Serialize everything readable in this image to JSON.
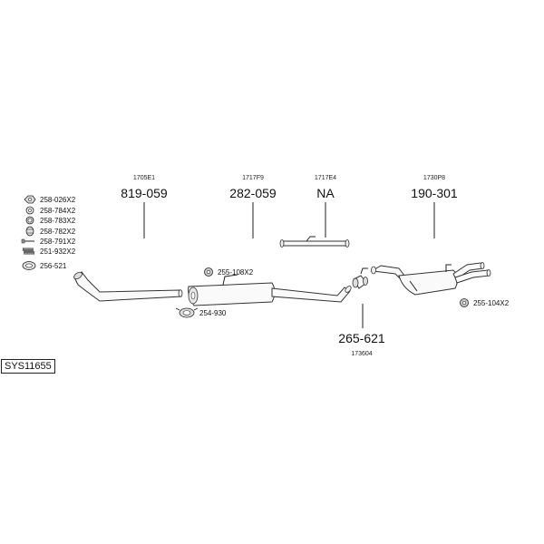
{
  "diagram_id": "SYS11655",
  "parts": [
    {
      "code": "1705E1",
      "number": "819-059"
    },
    {
      "code": "1717F9",
      "number": "282-059"
    },
    {
      "code": "1717E4",
      "number": "NA"
    },
    {
      "code": "1730P8",
      "number": "190-301"
    },
    {
      "code": "173604",
      "number": "265-621"
    }
  ],
  "legend": [
    {
      "label": "258-026X2",
      "icon": "nut-icon"
    },
    {
      "label": "258-784X2",
      "icon": "washer-icon"
    },
    {
      "label": "258-783X2",
      "icon": "ring-icon"
    },
    {
      "label": "258-782X2",
      "icon": "spring-icon"
    },
    {
      "label": "258-791X2",
      "icon": "bolt-icon"
    },
    {
      "label": "251-932X2",
      "icon": "spring-coil-icon"
    },
    {
      "label": "256-521",
      "icon": "gasket-icon"
    }
  ],
  "callouts": {
    "mount_a": "255-108X2",
    "clamp": "254-930",
    "mount_b": "255-104X2"
  }
}
